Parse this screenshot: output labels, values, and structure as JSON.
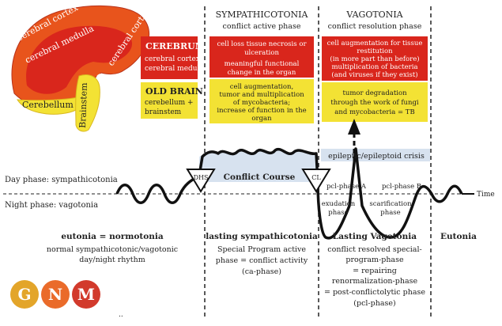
{
  "brain": {
    "cortex": "cerebral cortex",
    "medulla": "cerebral medulla",
    "cortex_right": "cerebral cortex",
    "cerebellum": "Cerebellum",
    "brainstem": "Brainstem"
  },
  "legend": {
    "cerebrum_title": "CEREBRUM",
    "cerebrum_l1": "cerebral cortex +",
    "cerebrum_l2": "cerebral medulla",
    "oldbrain_title": "OLD BRAIN",
    "oldbrain_l1": "cerebellum +",
    "oldbrain_l2": "brainstem"
  },
  "symp": {
    "title": "SYMPATHICOTONIA",
    "subtitle": "conflict active phase",
    "red_l1": "cell loss tissue necrosis or",
    "red_l2": "ulceration",
    "red_l3": "meaningful functional",
    "red_l4": "change in the organ",
    "yel_l1": "cell augmentation,",
    "yel_l2": "tumor and multiplication",
    "yel_l3": "of mycobacteria;",
    "yel_l4": "increase of function in the",
    "yel_l5": "organ"
  },
  "vago": {
    "title": "VAGOTONIA",
    "subtitle": "conflict resolution phase",
    "red_l1": "cell augmentation for tissue",
    "red_l2": "restitution",
    "red_l3": "(in more part than before)",
    "red_l4": "multiplication of bacteria",
    "red_l5": "(and viruses if they exist)",
    "yel_l1": "tumor degradation",
    "yel_l2": "through the work of fungi",
    "yel_l3": "and mycobacteria = TB"
  },
  "curve": {
    "day": "Day phase: sympathicotonia",
    "night": "Night phase: vagotonia",
    "dhs": "DHS",
    "conflict_course": "Conflict Course",
    "cl": "CL",
    "crisis": "epileptic/epileptoid crisis",
    "pcl_a": "pcl-phase A",
    "pcl_b": "pcl-phase B",
    "exudation_1": "exudation",
    "exudation_2": "phase",
    "scar_1": "scarification",
    "scar_2": "phase",
    "time": "Time"
  },
  "bottom": {
    "eutonia_title": "eutonia = normotonia",
    "eutonia_l1": "normal sympathicotonic/vagotonic",
    "eutonia_l2": "day/night rhythm",
    "symp_title": "lasting sympathicotonia",
    "symp_l1": "Special Program active",
    "symp_l2": "phase = conflict activity",
    "symp_l3": "(ca-phase)",
    "vago_title": "Lasting Vagotonia",
    "vago_l1": "conflict resolved special-",
    "vago_l2": "program-phase",
    "vago_l3": "= repairing",
    "vago_l4": "renormalization-phase",
    "vago_l5": "= post-conflictolytic phase",
    "vago_l6": "(pcl-phase)",
    "eutonia2": "Eutonia"
  },
  "logo": {
    "g": "G",
    "n": "N",
    "m": "M",
    "dots": ".."
  },
  "colors": {
    "red": "#d9261c",
    "yellow": "#f3e234",
    "brain_orange": "#e8541c",
    "logo_yellow": "#e3a52a",
    "logo_orange": "#ea6b2a",
    "logo_red": "#d23a2c"
  }
}
